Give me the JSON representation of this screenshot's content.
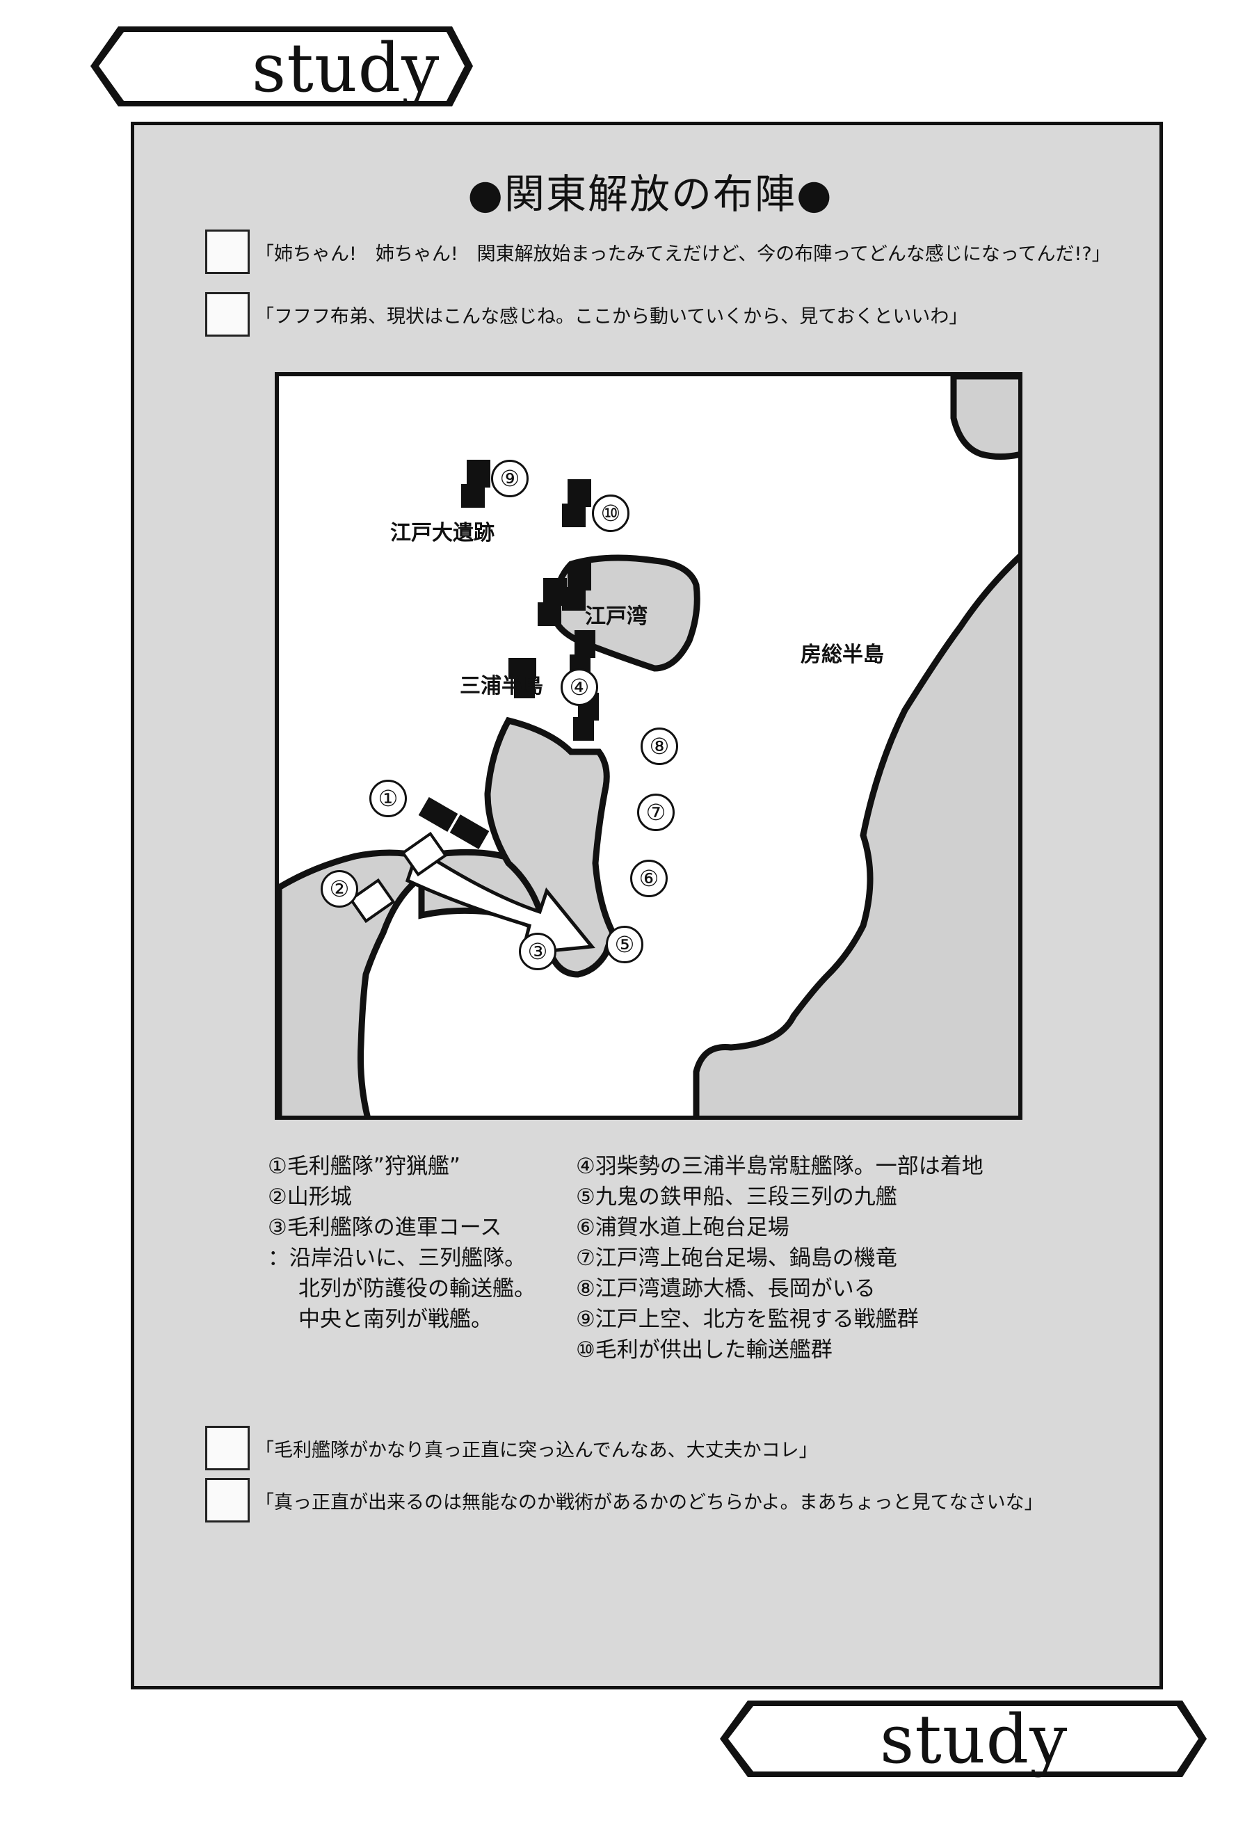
{
  "header": {
    "label": "study"
  },
  "footer": {
    "label": "study"
  },
  "title": "●関東解放の布陣●",
  "dialog_top": [
    "「姉ちゃん!　姉ちゃん!　関東解放始まったみてえだけど、今の布陣ってどんな感じになってんだ!?」",
    "「フフフ布弟、現状はこんな感じね。ここから動いていくから、見ておくといいわ」"
  ],
  "map": {
    "places": {
      "edo_ruins": "江戸大遺跡",
      "edo_bay": "江戸湾",
      "boso": "房総半島",
      "miura": "三浦半島"
    },
    "markers": [
      "①",
      "②",
      "③",
      "④",
      "⑤",
      "⑥",
      "⑦",
      "⑧",
      "⑨",
      "⑩"
    ]
  },
  "legend_left": [
    "①毛利艦隊”狩猟艦”",
    "②山形城",
    "③毛利艦隊の進軍コース",
    "：沿岸沿いに、三列艦隊。",
    "北列が防護役の輸送艦。",
    "中央と南列が戦艦。"
  ],
  "legend_right": [
    "④羽柴勢の三浦半島常駐艦隊。一部は着地",
    "⑤九鬼の鉄甲船、三段三列の九艦",
    "⑥浦賀水道上砲台足場",
    "⑦江戸湾上砲台足場、鍋島の機竜",
    "⑧江戸湾遺跡大橋、長岡がいる",
    "⑨江戸上空、北方を監視する戦艦群",
    "⑩毛利が供出した輸送艦群"
  ],
  "dialog_bottom": [
    "「毛利艦隊がかなり真っ正直に突っ込んでんなあ、大丈夫かコレ」",
    "「真っ正直が出来るのは無能なのか戦術があるかのどちらかよ。まあちょっと見てなさいな」"
  ]
}
